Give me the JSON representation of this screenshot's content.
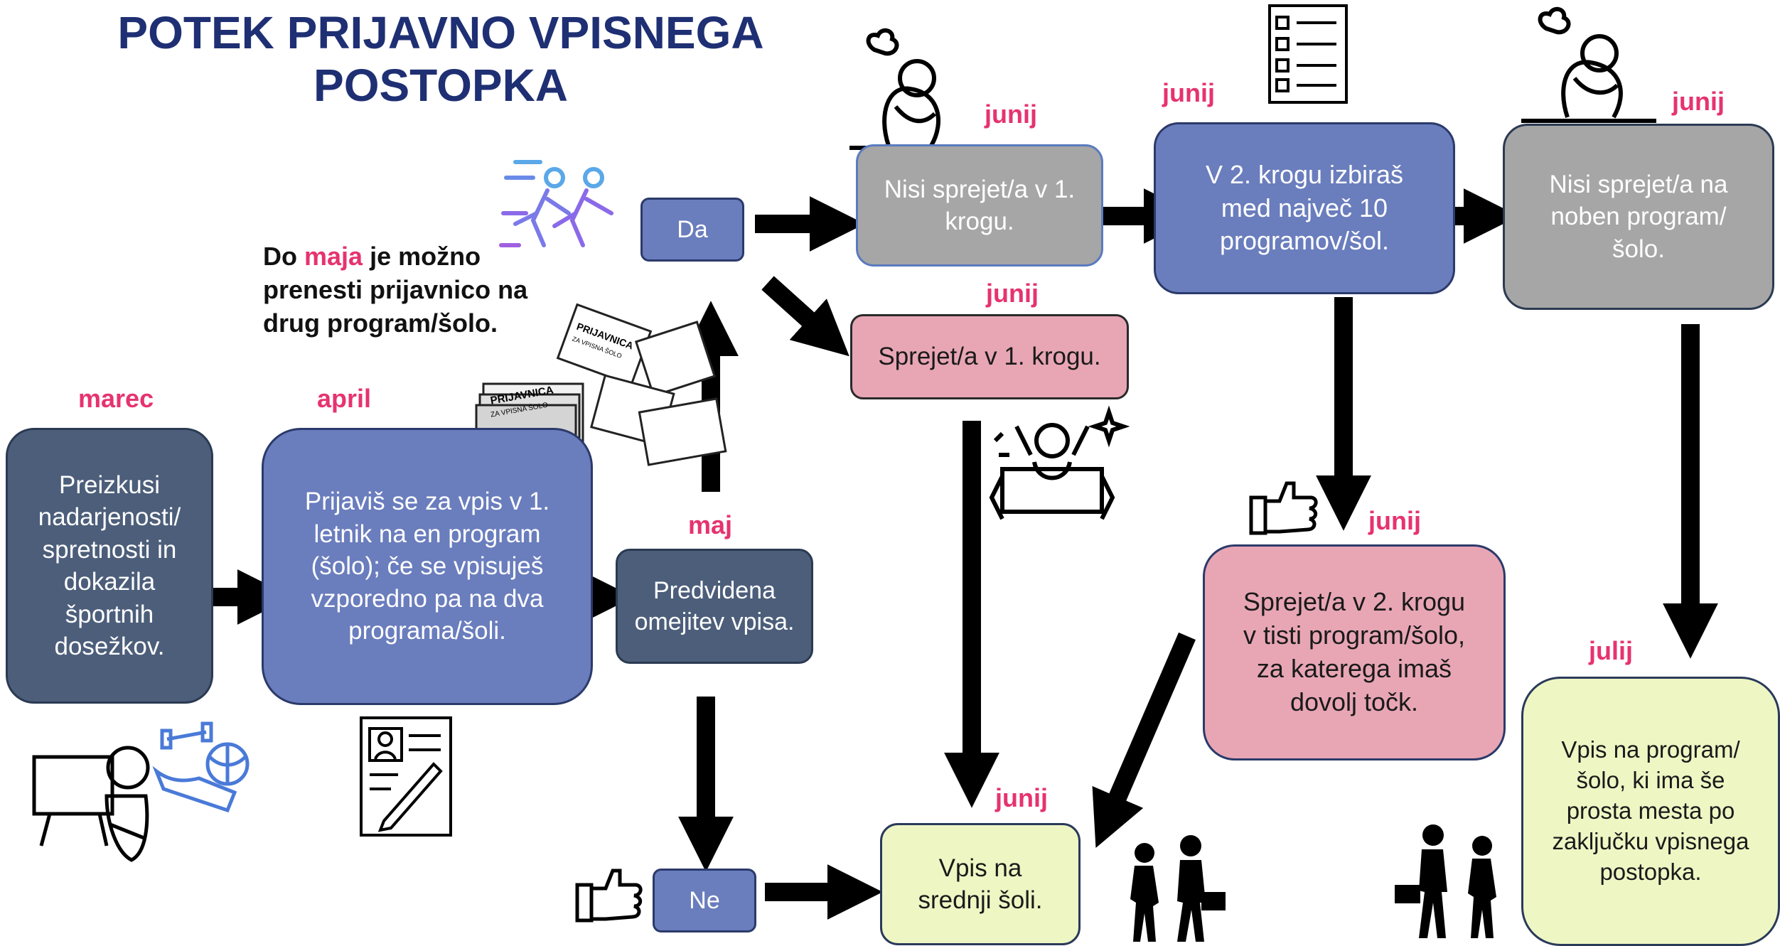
{
  "title": "POTEK PRIJAVNO VPISNEGA POSTOPKA",
  "note": {
    "before": "Do ",
    "highlight": "maja",
    "after": " je možno prenesti prijavnico na drug program/šolo."
  },
  "months": {
    "marec": "marec",
    "april": "april",
    "maj": "maj",
    "junij_1": "junij",
    "junij_2": "junij",
    "junij_3": "junij",
    "junij_4": "junij",
    "junij_5": "junij",
    "junij_6": "junij",
    "julij": "julij"
  },
  "boxes": {
    "preizkusi": "Preizkusi nadarjenosti/ spretnosti in dokazila športnih dosežkov.",
    "prijavis": "Prijaviš se za vpis v 1. letnik na en program (šolo); če se vpisuješ vzporedno pa na dva programa/šoli.",
    "predvidena": "Predvidena omejitev vpisa.",
    "da": "Da",
    "ne": "Ne",
    "nisi_1": "Nisi sprejet/a v 1. krogu.",
    "sprejet_1": "Sprejet/a v 1. krogu.",
    "krog2": "V 2. krogu izbiraš med največ 10 programov/šol.",
    "nisi_noben": "Nisi sprejet/a na noben program/šolo.",
    "sprejet_2": "Sprejet/a v 2. krogu v tisti program/šolo, za katerega imaš dovolj točk.",
    "vpis_srednji": "Vpis na srednji šoli.",
    "vpis_prosta": "Vpis na program/šolo, ki ima še prosta mesta po zaključku vpisnega postopka."
  },
  "illustration_text": {
    "prijavnica": "PRIJAVNICA",
    "za_vpis": "ZA VPISNA ŠOLO"
  },
  "colors": {
    "title": "#1f2f73",
    "month": "#e6336f",
    "dark": "#4c5e7a",
    "blue": "#6a7dbd",
    "grey": "#a6a6a6",
    "pink": "#e8a6b5",
    "lime": "#eef6c4"
  },
  "icons": [
    "runners-icon",
    "sad-person-icon",
    "checklist-icon",
    "application-forms-icon",
    "celebrating-person-icon",
    "thumbs-up-icon",
    "artist-icon",
    "sports-equipment-icon",
    "cv-document-icon",
    "students-walking-icon"
  ]
}
